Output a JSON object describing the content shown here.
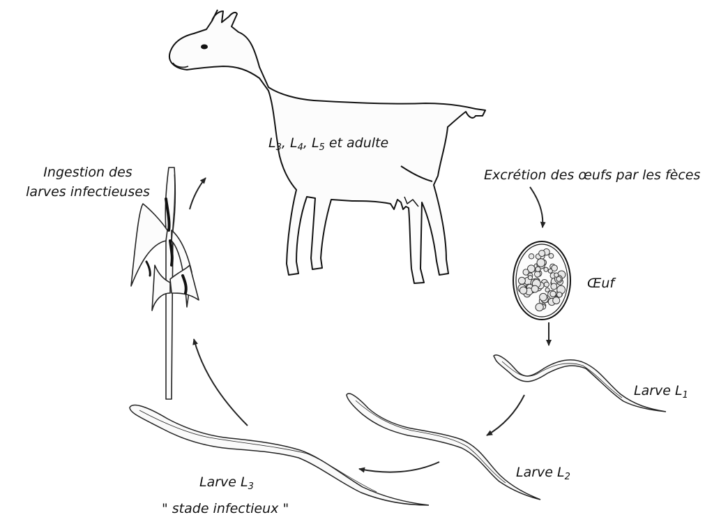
{
  "diagram": {
    "stages": {
      "host_prefix": "L",
      "host_l3": "3",
      "host_l4": "4",
      "host_l5": "5",
      "host_suffix": " et adulte",
      "egg": "Œuf",
      "larva1_prefix": "Larve L",
      "larva1_sub": "1",
      "larva2_prefix": "Larve L",
      "larva2_sub": "2",
      "larva3_prefix": "Larve L",
      "larva3_sub": "3",
      "larva3_note": "\" stade infectieux \""
    },
    "steps": {
      "excretion": "Excrétion des œufs par les fèces",
      "ingestion_line1": "Ingestion des",
      "ingestion_line2": "larves infectieuses"
    }
  }
}
